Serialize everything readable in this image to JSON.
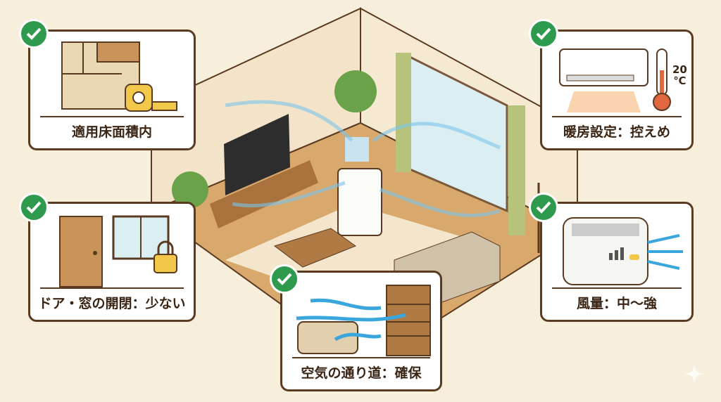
{
  "cards": [
    {
      "label": "適用床面積内",
      "icon": "floor-plan-tape-measure-icon"
    },
    {
      "label": "暖房設定：控えめ",
      "icon": "air-conditioner-thermometer-icon",
      "temperature": "20",
      "temperature_unit": "℃"
    },
    {
      "label": "ドア・窓の開閉：少ない",
      "icon": "door-window-lock-icon"
    },
    {
      "label": "風量：中〜強",
      "icon": "air-purifier-airflow-icon"
    },
    {
      "label": "空気の通り道：確保",
      "icon": "sofa-bookshelf-airflow-icon"
    }
  ],
  "colors": {
    "check": "#2e9a4e",
    "border": "#5a3b22",
    "airflow": "#3aa6dd",
    "background": "#f8eedc"
  }
}
